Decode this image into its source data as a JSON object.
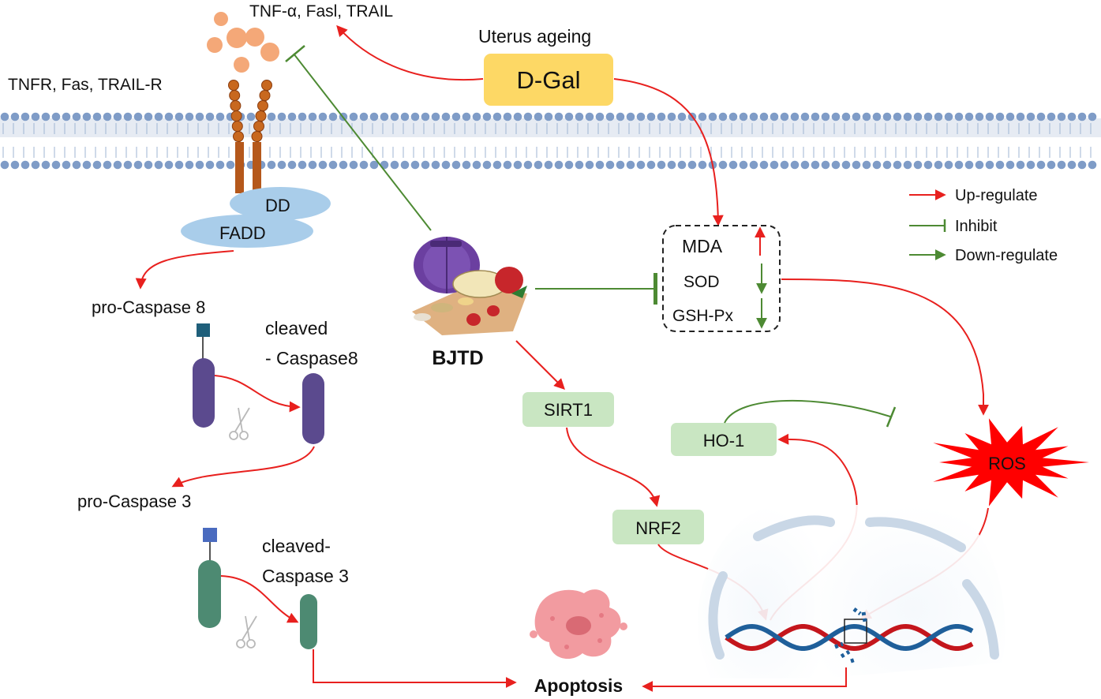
{
  "labels": {
    "ligands": "TNF-α, Fasl, TRAIL",
    "receptors": "TNFR, Fas, TRAIL-R",
    "uterus_ageing": "Uterus ageing",
    "dgal": "D-Gal",
    "dd": "DD",
    "fadd": "FADD",
    "pro_caspase8": "pro-Caspase 8",
    "cleaved_caspase8_line1": "cleaved",
    "cleaved_caspase8_line2": "- Caspase8",
    "pro_caspase3": "pro-Caspase 3",
    "cleaved_caspase3_line1": "cleaved-",
    "cleaved_caspase3_line2": "Caspase 3",
    "bjtd": "BJTD",
    "sirt1": "SIRT1",
    "nrf2": "NRF2",
    "ho1": "HO-1",
    "ros": "ROS",
    "mda": "MDA",
    "sod": "SOD",
    "gshpx": "GSH-Px",
    "apoptosis": "Apoptosis"
  },
  "legend": [
    {
      "label": "Up-regulate",
      "kind": "arrow",
      "color": "#e8201e"
    },
    {
      "label": "Inhibit",
      "kind": "inhibit",
      "color": "#4d8a33"
    },
    {
      "label": "Down-regulate",
      "kind": "arrow",
      "color": "#4d8a33"
    }
  ],
  "colors": {
    "up": "#e8201e",
    "inhibit": "#4d8a33",
    "dgal_box": "#fdd865",
    "gene_box": "#c9e6c2",
    "receptor": "#b5581b",
    "membrane": "#7f9cc7",
    "fadd": "#a9cdea",
    "caspase8": "#5b4a8e",
    "caspase3": "#4d8a72",
    "ros": "#ff0000",
    "ligand": "#f4a878"
  },
  "icons": [
    "scissors-icon",
    "herbal-medicine-icon",
    "apoptotic-cell-icon",
    "dna-helix-icon",
    "nucleus-envelope-icon"
  ]
}
